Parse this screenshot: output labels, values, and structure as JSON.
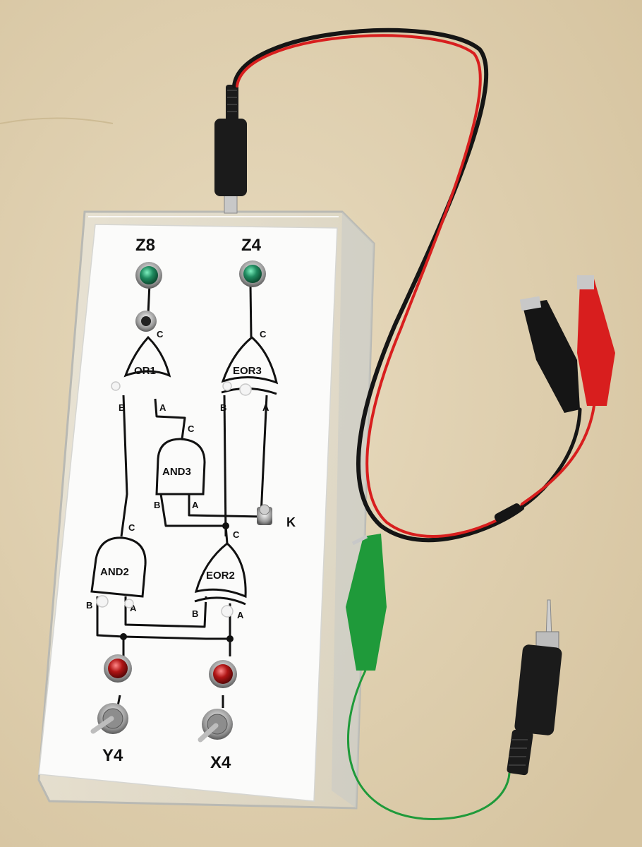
{
  "scene": {
    "kind": "photo",
    "subject": "logic gate training board in clear plastic box with audio cable and clip leads"
  },
  "outputs": [
    {
      "id": "z8",
      "label": "Z8",
      "led_color": "#1f8a5f"
    },
    {
      "id": "z4",
      "label": "Z4",
      "led_color": "#1f8a5f"
    }
  ],
  "inputs": [
    {
      "id": "y4",
      "label": "Y4",
      "led_color": "#b01515"
    },
    {
      "id": "x4",
      "label": "X4",
      "led_color": "#b01515"
    }
  ],
  "gates": [
    {
      "id": "or1",
      "label": "OR1"
    },
    {
      "id": "eor3",
      "label": "EOR3"
    },
    {
      "id": "and3",
      "label": "AND3"
    },
    {
      "id": "and2",
      "label": "AND2"
    },
    {
      "id": "eor2",
      "label": "EOR2"
    }
  ],
  "pins": {
    "a": "A",
    "b": "B",
    "c": "C"
  },
  "terminal_k": {
    "label": "K"
  },
  "wire_colors": {
    "black": "#151515",
    "red": "#d81e1e",
    "green": "#1f9a3a"
  }
}
